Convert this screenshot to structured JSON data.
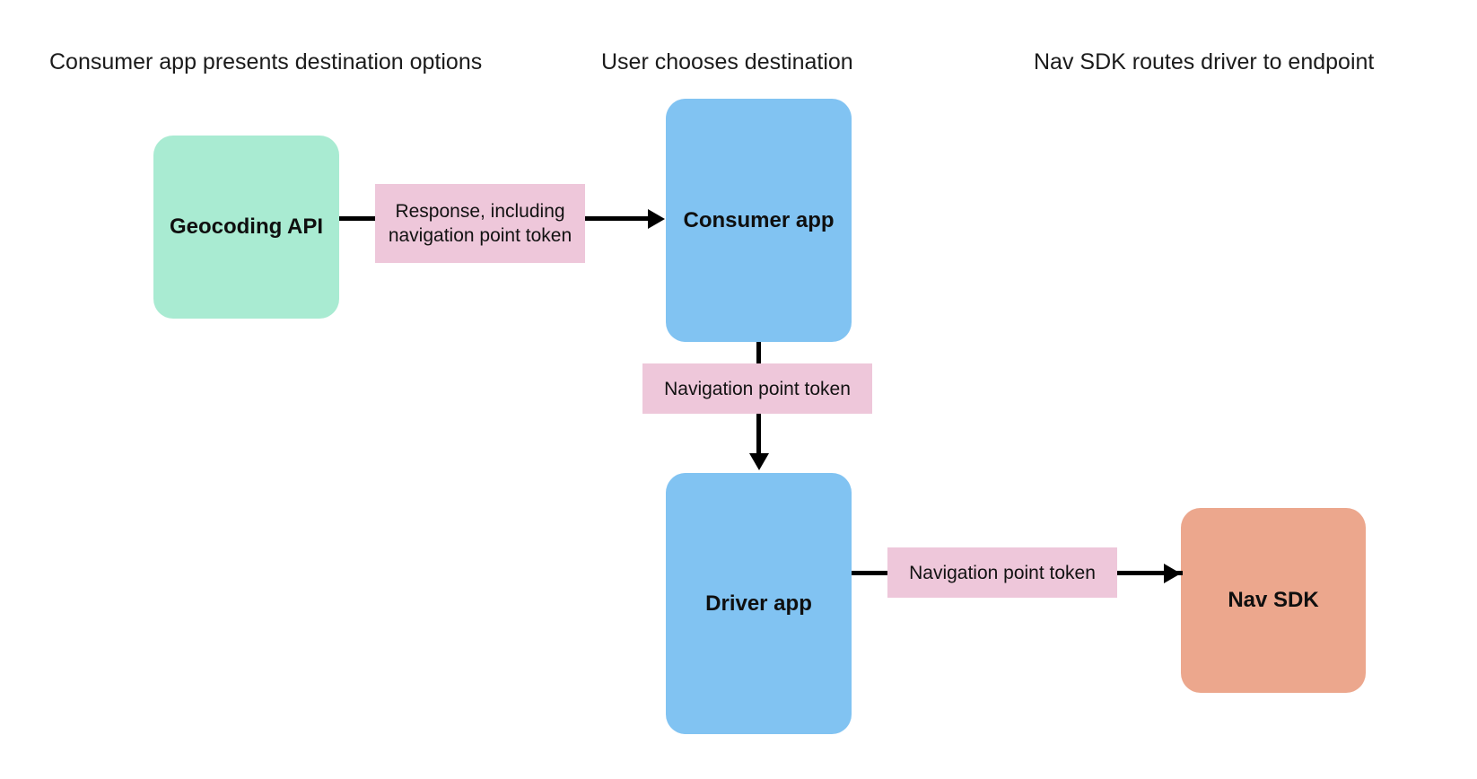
{
  "diagram": {
    "title_columns": [
      {
        "id": "consumer",
        "label": "Consumer app presents destination options"
      },
      {
        "id": "user",
        "label": "User chooses destination"
      },
      {
        "id": "navsdk",
        "label": "Nav SDK routes driver to endpoint"
      }
    ],
    "nodes": [
      {
        "id": "geocoding",
        "label": "Geocoding API",
        "color": "#a9ebd2"
      },
      {
        "id": "consumer-app",
        "label": "Consumer app",
        "color": "#81c3f2"
      },
      {
        "id": "driver-app",
        "label": "Driver app",
        "color": "#81c3f2"
      },
      {
        "id": "nav-sdk",
        "label": "Nav SDK",
        "color": "#eca78d"
      }
    ],
    "edge_labels": [
      {
        "id": "response",
        "label": "Response, including navigation point token",
        "color": "#eec7da"
      },
      {
        "id": "token-mid",
        "label": "Navigation point token",
        "color": "#eec7da"
      },
      {
        "id": "token-driver",
        "label": "Navigation point token",
        "color": "#eec7da"
      }
    ],
    "edges": [
      {
        "from": "geocoding",
        "to": "consumer-app",
        "label": "Response, including navigation point token",
        "direction": "right"
      },
      {
        "from": "consumer-app",
        "to": "driver-app",
        "label": "Navigation point token",
        "direction": "down"
      },
      {
        "from": "driver-app",
        "to": "nav-sdk",
        "label": "Navigation point token",
        "direction": "right"
      }
    ],
    "colors": {
      "background": "#ffffff",
      "connector": "#000000",
      "text": "#1b1b1b",
      "green": "#a9ebd2",
      "blue": "#81c3f2",
      "salmon": "#eca78d",
      "pink": "#eec7da"
    }
  }
}
